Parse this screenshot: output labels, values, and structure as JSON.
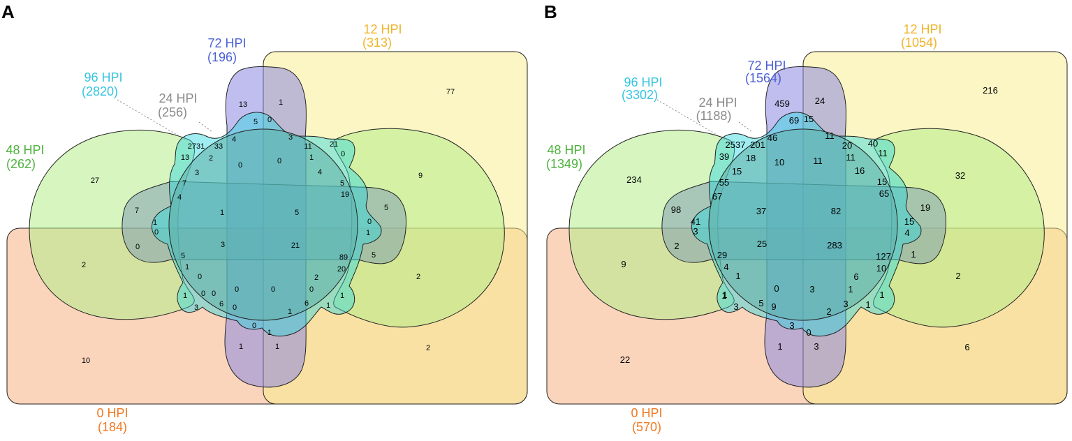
{
  "colors": {
    "hpi0": "#F07A25",
    "hpi12": "#F0B428",
    "hpi24": "#8A8A8A",
    "hpi48": "#4DB33D",
    "hpi72": "#4A5FD6",
    "hpi96": "#35C4E0"
  },
  "panels": [
    {
      "letter": "A",
      "labels": {
        "hpi12": {
          "name": "12 HPI",
          "count": "(313)"
        },
        "hpi72": {
          "name": "72 HPI",
          "count": "(196)"
        },
        "hpi96": {
          "name": "96 HPI",
          "count": "(2820)"
        },
        "hpi24": {
          "name": "24 HPI",
          "count": "(256)"
        },
        "hpi48": {
          "name": "48 HPI",
          "count": "(262)"
        },
        "hpi0": {
          "name": "0 HPI",
          "count": "(184)"
        }
      },
      "counts": [
        "77",
        "13",
        "1",
        "5",
        "0",
        "4",
        "33",
        "2731",
        "13",
        "2",
        "3",
        "0",
        "0",
        "3",
        "11",
        "1",
        "21",
        "0",
        "9",
        "27",
        "7",
        "4",
        "7",
        "1",
        "0",
        "1",
        "5",
        "4",
        "5",
        "19",
        "5",
        "0",
        "1",
        "3",
        "21",
        "0",
        "2",
        "5",
        "1",
        "89",
        "20",
        "5",
        "2",
        "0",
        "1",
        "0",
        "0",
        "0",
        "2",
        "0",
        "1",
        "3",
        "6",
        "0",
        "0",
        "6",
        "1",
        "1",
        "0",
        "1",
        "1",
        "1",
        "10",
        "2"
      ]
    },
    {
      "letter": "B",
      "labels": {
        "hpi12": {
          "name": "12 HPI",
          "count": "(1054)"
        },
        "hpi72": {
          "name": "72 HPI",
          "count": "(1564)"
        },
        "hpi96": {
          "name": "96 HPI",
          "count": "(3302)"
        },
        "hpi24": {
          "name": "24 HPI",
          "count": "(1188)"
        },
        "hpi48": {
          "name": "48 HPI",
          "count": "(1349)"
        },
        "hpi0": {
          "name": "0 HPI",
          "count": "(570)"
        }
      },
      "counts": [
        "216",
        "459",
        "24",
        "69",
        "15",
        "46",
        "201",
        "2537",
        "39",
        "18",
        "15",
        "10",
        "11",
        "11",
        "20",
        "11",
        "40",
        "11",
        "32",
        "234",
        "55",
        "67",
        "98",
        "37",
        "82",
        "41",
        "3",
        "16",
        "15",
        "65",
        "19",
        "15",
        "4",
        "25",
        "283",
        "2",
        "9",
        "29",
        "4",
        "127",
        "10",
        "1",
        "1",
        "1",
        "0",
        "5",
        "9",
        "3",
        "1",
        "6",
        "1",
        "3",
        "2",
        "3",
        "0",
        "1",
        "3",
        "1",
        "1",
        "3",
        "22",
        "2",
        "6"
      ]
    }
  ]
}
